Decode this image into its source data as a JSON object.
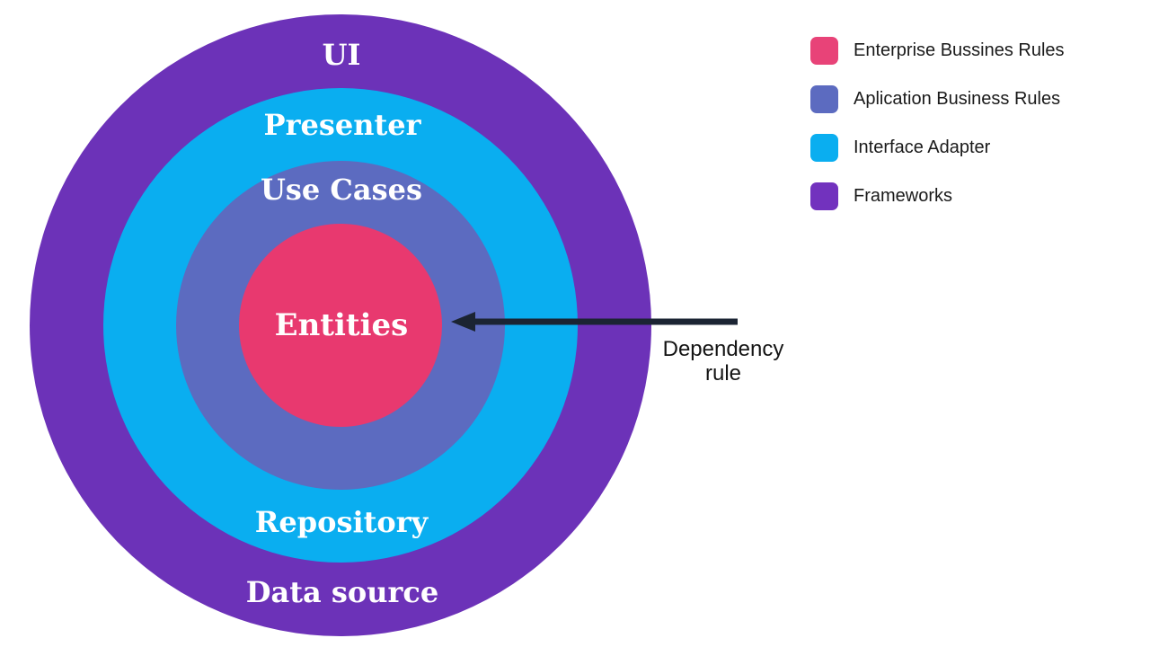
{
  "diagram": {
    "rings": [
      {
        "name": "frameworks",
        "color": "#6C32B8",
        "label_top": "UI",
        "label_bottom": "Data source"
      },
      {
        "name": "interface-adapter",
        "color": "#0AAEF0",
        "label_top": "Presenter",
        "label_bottom": "Repository"
      },
      {
        "name": "application-business-rules",
        "color": "#5C6BC0",
        "label_top": "Use Cases"
      },
      {
        "name": "enterprise-business-rules",
        "color": "#E8396F",
        "label_center": "Entities"
      }
    ],
    "annotation": {
      "line1": "Dependency",
      "line2": "rule",
      "arrow_color": "#1B2433"
    }
  },
  "legend": {
    "items": [
      {
        "label": "Enterprise Bussines Rules",
        "color": "#E84378"
      },
      {
        "label": "Aplication Business Rules",
        "color": "#5C6BC0"
      },
      {
        "label": "Interface Adapter",
        "color": "#0AAEF0"
      },
      {
        "label": "Frameworks",
        "color": "#7232BE"
      }
    ]
  }
}
